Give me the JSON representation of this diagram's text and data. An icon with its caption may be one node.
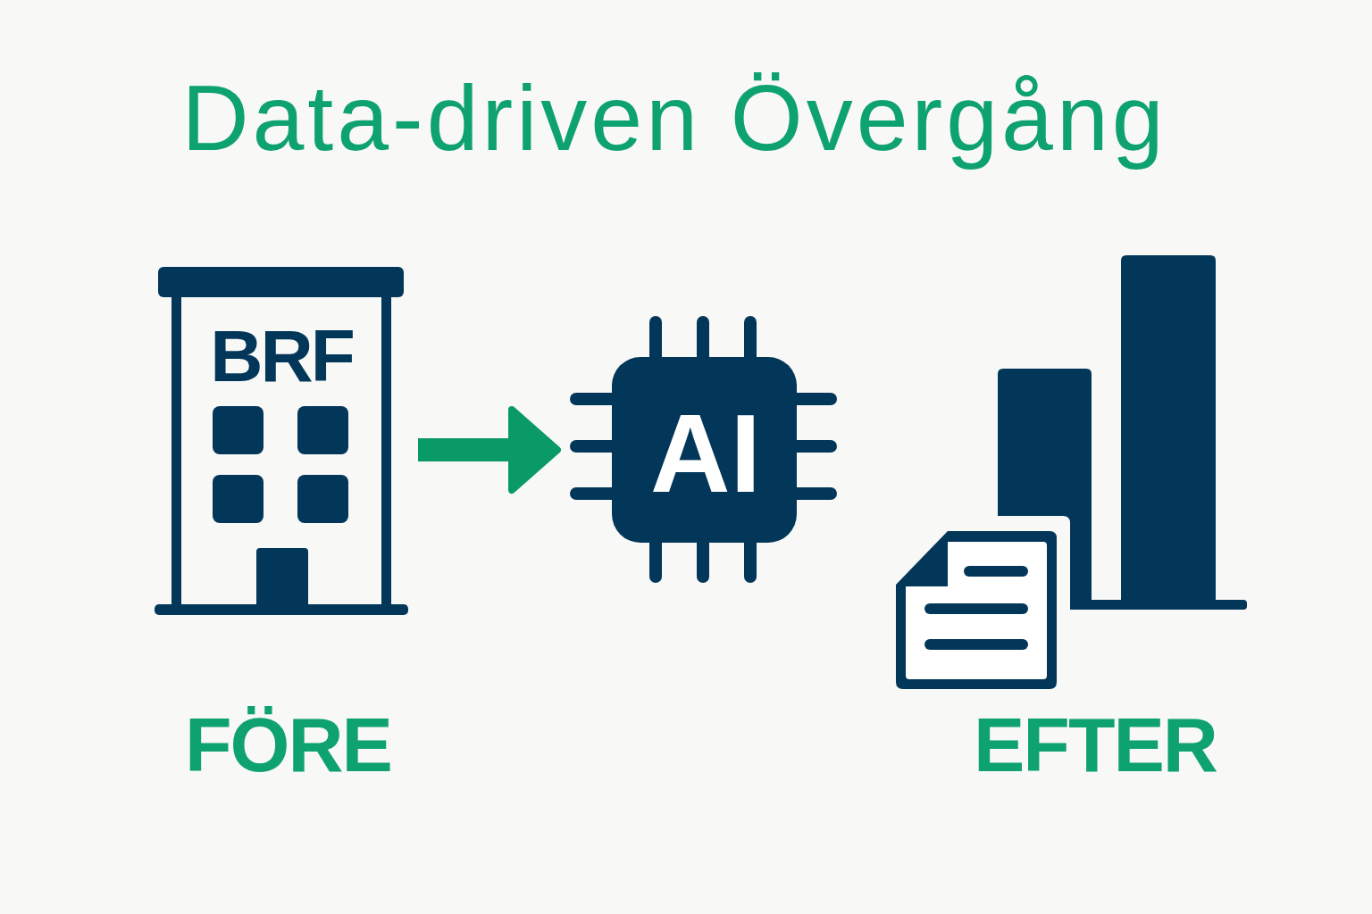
{
  "diagram": {
    "title": "Data-driven Övergång",
    "nodes": [
      {
        "text": [
          "BRF"
        ],
        "beside": [
          "FÖRE"
        ]
      },
      {
        "text": [
          "AI"
        ]
      },
      {
        "text": [],
        "shape": "picture",
        "beside": [
          "EFTER"
        ]
      }
    ],
    "edges": [
      {
        "from": 0,
        "to": 1,
        "arrow": "to"
      }
    ]
  }
}
